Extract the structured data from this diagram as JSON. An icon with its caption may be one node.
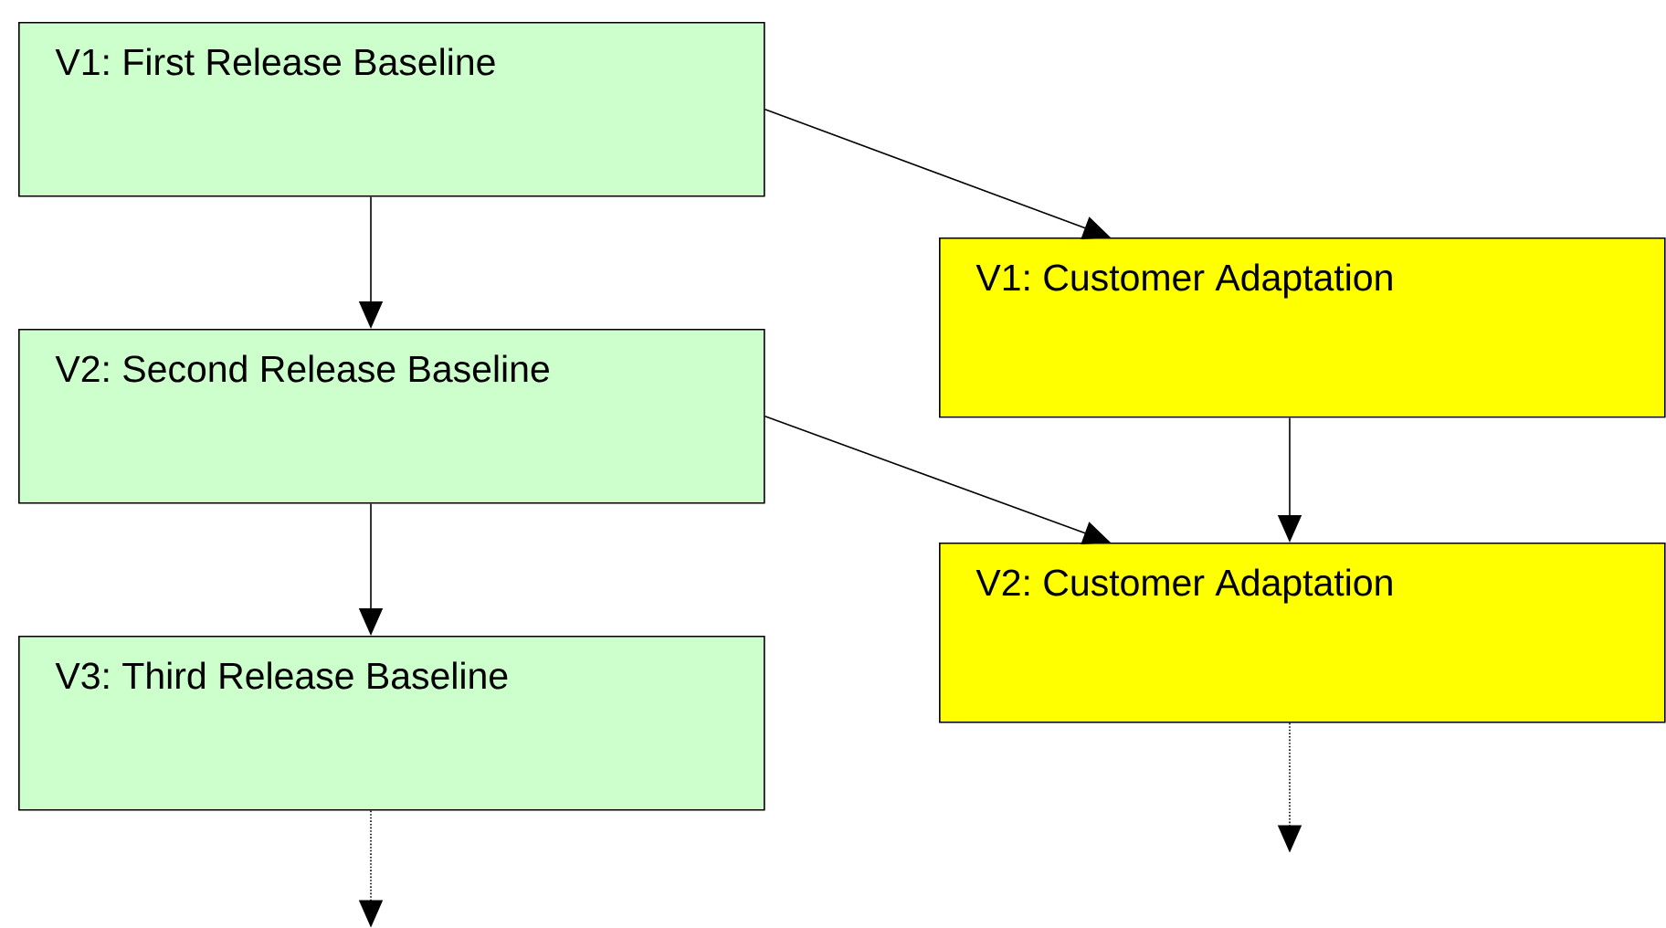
{
  "diagram": {
    "nodes": [
      {
        "text": [
          "V1: First Release Baseline"
        ]
      },
      {
        "text": [
          "V2: Second Release Baseline"
        ]
      },
      {
        "text": [
          "V3: Third Release Baseline"
        ]
      },
      {
        "text": [
          "V1: Customer Adaptation"
        ]
      },
      {
        "text": [
          "V2: Customer Adaptation"
        ]
      }
    ],
    "edges": [
      {
        "from": 0,
        "to": 1,
        "arrow": "to"
      },
      {
        "from": 0,
        "to": 3,
        "arrow": "to"
      },
      {
        "from": 1,
        "to": 2,
        "arrow": "to"
      },
      {
        "from": 1,
        "to": 4,
        "arrow": "to"
      },
      {
        "from": 3,
        "to": 4,
        "arrow": "to"
      },
      {
        "from": 2,
        "to": null,
        "arrow": "to",
        "style": "dashed"
      },
      {
        "from": 4,
        "to": null,
        "arrow": "to",
        "style": "dashed"
      }
    ]
  }
}
